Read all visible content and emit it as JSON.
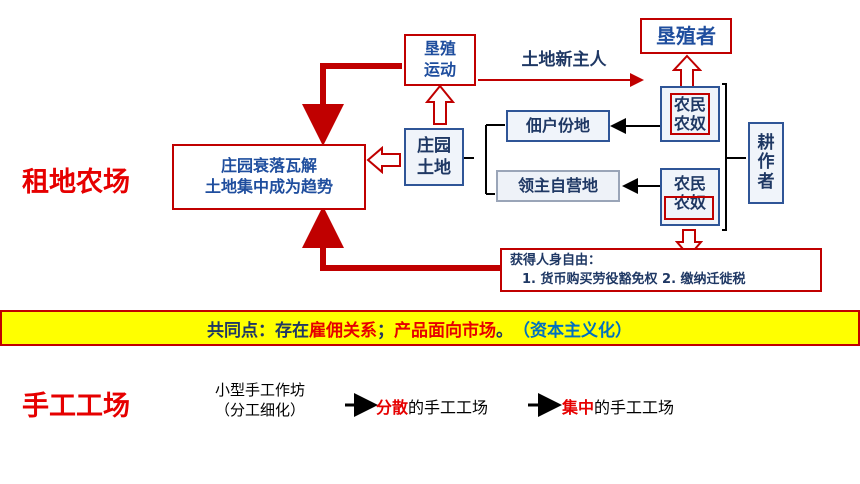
{
  "left_titles": {
    "rental_farm": "租地农场",
    "handicraft_workshop": "手工工场"
  },
  "boxes": {
    "reclamation_movement": "垦殖\n运动",
    "new_owner": "土地新主人",
    "settlers": "垦殖者",
    "manor_decline": "庄园衰落瓦解\n土地集中成为趋势",
    "manor_land": "庄园\n土地",
    "tenant_land": "佃户份地",
    "lord_land": "领主自营地",
    "peasant_serf_1": "农民\n农奴",
    "peasant_serf_2": "农民\n农奴",
    "cultivators": "耕\n作\n者",
    "freedom_title": "获得人身自由：",
    "freedom_detail": "1. 货币购买劳役豁免权  2. 缴纳迁徙税"
  },
  "banner": {
    "prefix": "共同点：存在",
    "hire": "雇佣关系",
    "sep": "；",
    "market": "产品面向市场",
    "end": "。",
    "capitalism": "（资本主义化）"
  },
  "workshop": {
    "small_line1": "小型手工作坊",
    "small_line2": "（分工细化）",
    "dispersed": "分散",
    "dispersed_rest": "的手工工场",
    "centralized": "集中",
    "centralized_rest": "的手工工场"
  },
  "colors": {
    "accent_red": "#e60000",
    "dark_red_arrow": "#c00000",
    "navy_text": "#1f3864",
    "banner_bg": "#ffff00"
  }
}
